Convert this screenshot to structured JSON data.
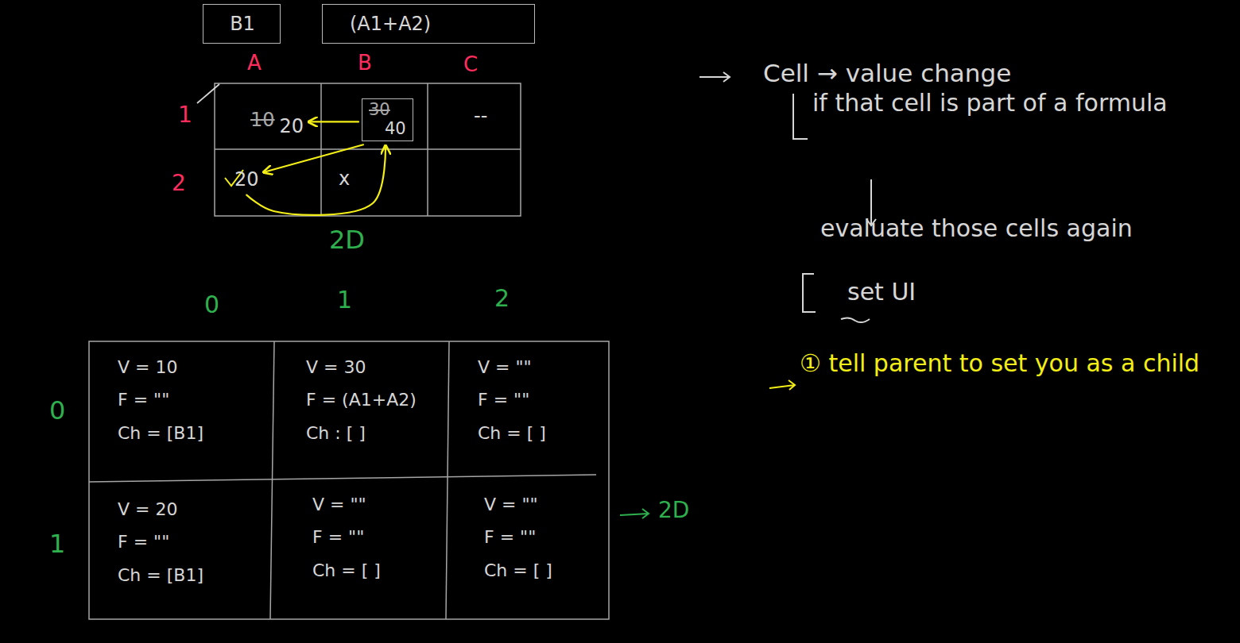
{
  "diagram": {
    "nodes": [
      {
        "text": [
          "B1"
        ]
      },
      {
        "text": [
          "(A1+A2)"
        ]
      },
      {
        "text": [
          "10",
          "20"
        ]
      },
      {
        "text": [
          "30",
          "40"
        ]
      },
      {
        "text": [
          "--"
        ]
      },
      {
        "text": [
          "20"
        ]
      },
      {
        "text": [
          "x"
        ]
      },
      {
        "text": [
          "V = 10",
          "F = \"\"",
          "Ch = [B1]"
        ]
      },
      {
        "text": [
          "V = 30",
          "F = (A1+A2)",
          "Ch : [ ]"
        ]
      },
      {
        "text": [
          "V = \"\"",
          "F = \"\"",
          "Ch = [ ]"
        ]
      },
      {
        "text": [
          "V = 20",
          "F = \"\"",
          "Ch = [B1]"
        ]
      },
      {
        "text": [
          "V = \"\"",
          "F = \"\"",
          "Ch = [ ]"
        ]
      },
      {
        "text": [
          "V = \"\"",
          "F = \"\"",
          "Ch = [ ]"
        ]
      }
    ],
    "edges": [
      {
        "from": 3,
        "to": 2,
        "arrow": "to"
      },
      {
        "from": 3,
        "to": 5,
        "arrow": "to"
      },
      {
        "from": 5,
        "to": 3,
        "arrow": "to"
      }
    ],
    "labels": [
      "A",
      "B",
      "C",
      "1",
      "2",
      "2D",
      "0",
      "1",
      "2",
      "0",
      "1",
      "2D",
      "Cell → value change",
      "if that cell is part of a formula",
      "evaluate those cells again",
      "set UI",
      "① tell parent to set you as a child"
    ]
  }
}
